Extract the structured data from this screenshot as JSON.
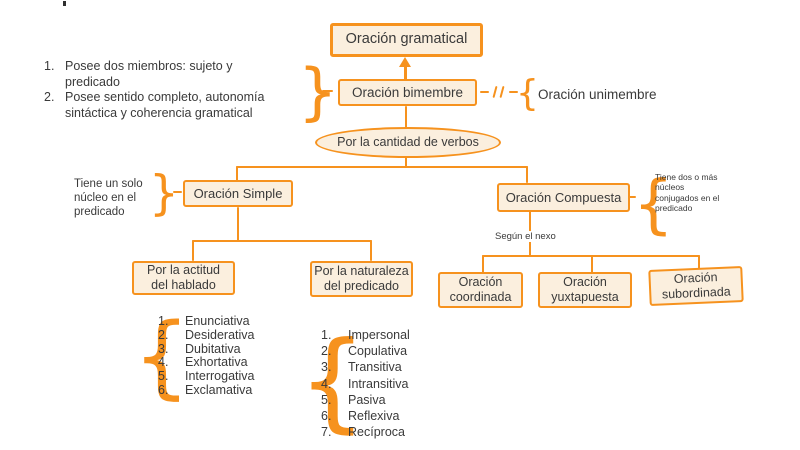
{
  "colors": {
    "accent": "#F6921E",
    "box_fill": "#FBEFDE",
    "ink": "#3A3A3A"
  },
  "nodes": {
    "root": "Oración gramatical",
    "bimembre": "Oración bimembre",
    "unimembre": "Oración unimembre",
    "criterion": "Por la cantidad de verbos",
    "simple": "Oración Simple",
    "compuesta": "Oración Compuesta",
    "actitud": "Por la actitud\ndel hablado",
    "naturaleza": "Por la naturaleza\ndel predicado",
    "coordinada": "Oración\ncoordinada",
    "yuxtapuesta": "Oración\nyuxtapuesta",
    "subordinada": "Oración\nsubordinada",
    "segun_nexo": "Según el nexo"
  },
  "notes": {
    "bimembre_items": [
      {
        "num": "1.",
        "label": "Posee dos miembros: sujeto y\npredicado"
      },
      {
        "num": "2.",
        "label": "Posee sentido completo, autonomía\nsintáctica y coherencia gramatical"
      }
    ],
    "simple_note": "Tiene un solo\nnúcleo en el\npredicado",
    "compuesta_note": "Tiene dos o más\nnúcleos\nconjugados en el\npredicado"
  },
  "lists": {
    "actitud_items": [
      {
        "num": "1.",
        "label": "Enunciativa"
      },
      {
        "num": "2.",
        "label": "Desiderativa"
      },
      {
        "num": "3.",
        "label": "Dubitativa"
      },
      {
        "num": "4.",
        "label": "Exhortativa"
      },
      {
        "num": "5.",
        "label": "Interrogativa"
      },
      {
        "num": "6.",
        "label": "Exclamativa"
      }
    ],
    "naturaleza_items": [
      {
        "num": "1.",
        "label": "Impersonal"
      },
      {
        "num": "2.",
        "label": "Copulativa"
      },
      {
        "num": "3.",
        "label": "Transitiva"
      },
      {
        "num": "4.",
        "label": "Intransitiva"
      },
      {
        "num": "5.",
        "label": "Pasiva"
      },
      {
        "num": "6.",
        "label": "Reflexiva"
      },
      {
        "num": "7.",
        "label": "Recíproca"
      }
    ]
  }
}
